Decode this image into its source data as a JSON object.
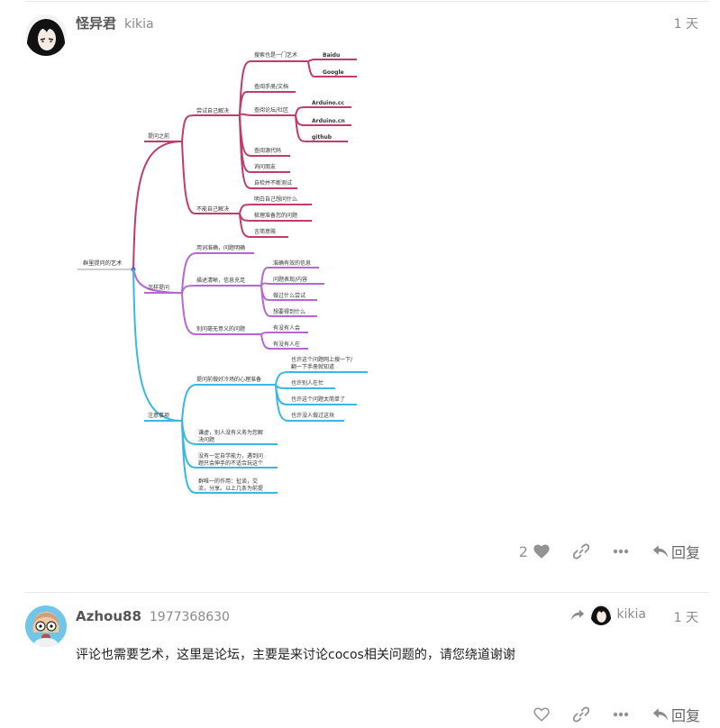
{
  "posts": [
    {
      "display_name": "怪异君",
      "username": "kikia",
      "date": "1 天",
      "like_count": "2",
      "reply_label": "回复",
      "mindmap": {
        "root": "群里提问的艺术",
        "b1": {
          "label": "提问之前",
          "s1": {
            "label": "尝试自己解决",
            "items": [
              "搜索也是一门艺术",
              "查阅手册/文档",
              "查阅论坛/社区",
              "查阅源代码",
              "询问朋友",
              "自检并不断测试"
            ],
            "search_children": [
              "Baidu",
              "Google"
            ],
            "forum_children": [
              "Arduino.cc",
              "Arduino.cn",
              "github"
            ]
          },
          "s2": {
            "label": "不能自己解决",
            "items": [
              "明白自己想问什么",
              "梳理准备您的问题",
              "言简意赅"
            ]
          }
        },
        "b2": {
          "label": "怎样提问",
          "s1": "用词准确，问题明确",
          "s2": {
            "label": "描述清晰，信息充足",
            "items": [
              "准确有效的信息",
              "问题表现/内容",
              "做过什么尝试",
              "想要得到什么"
            ]
          },
          "s3": {
            "label": "别问毫无意义的问题",
            "items": [
              "有没有人会",
              "有没有人在"
            ]
          }
        },
        "b3": {
          "label": "注意事项",
          "s1": {
            "label": "提问前做好冷场的心理准备",
            "items": [
              [
                "也许这个问题网上搜一下/",
                "翻一下手册就知道"
              ],
              [
                "也许别人在忙"
              ],
              [
                "也许这个问题太简单了"
              ],
              [
                "也许没人做过这块"
              ]
            ]
          },
          "s2": [
            "谦虚，别人没有义务为您解",
            "决问题"
          ],
          "s3": [
            "没有一定自学能力，遇到问",
            "题只会伸手的不适合玩这个"
          ],
          "s4": [
            "群唯一的作用：扯谈，交",
            "流，分享。以上几条为前提"
          ]
        }
      }
    },
    {
      "display_name": "Azhou88",
      "username": "1977368630",
      "reply_to_username": "kikia",
      "date": "1 天",
      "body": "评论也需要艺术，这里是论坛，主要是来讨论cocos相关问题的，请您绕道谢谢",
      "reply_label": "回复"
    }
  ],
  "colors": {
    "branch1": "#c23a6e",
    "branch2": "#b865d6",
    "branch3": "#3ab7e4",
    "root_line": "#cccccc",
    "muted": "#929292"
  }
}
